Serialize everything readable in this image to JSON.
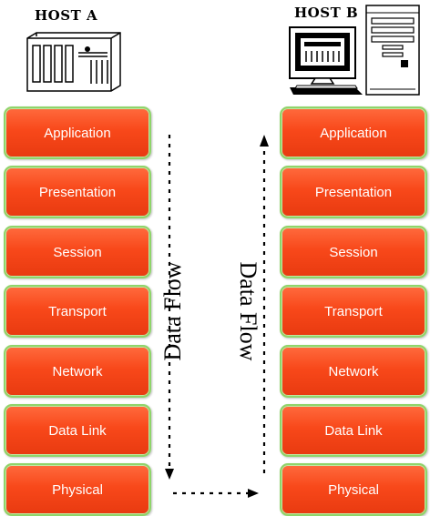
{
  "host_a": {
    "title": "HOST A",
    "icon": "server-icon",
    "layers": [
      "Application",
      "Presentation",
      "Session",
      "Transport",
      "Network",
      "Data Link",
      "Physical"
    ]
  },
  "host_b": {
    "title": "HOST B",
    "icon": "desktop-computer-icon",
    "layers": [
      "Application",
      "Presentation",
      "Session",
      "Transport",
      "Network",
      "Data Link",
      "Physical"
    ]
  },
  "flow": {
    "down_label": "Data Flow",
    "up_label": "Data Flow"
  },
  "colors": {
    "layer_fill": "#f8481a",
    "layer_border": "#8fd46a",
    "layer_text": "#ffffff"
  }
}
